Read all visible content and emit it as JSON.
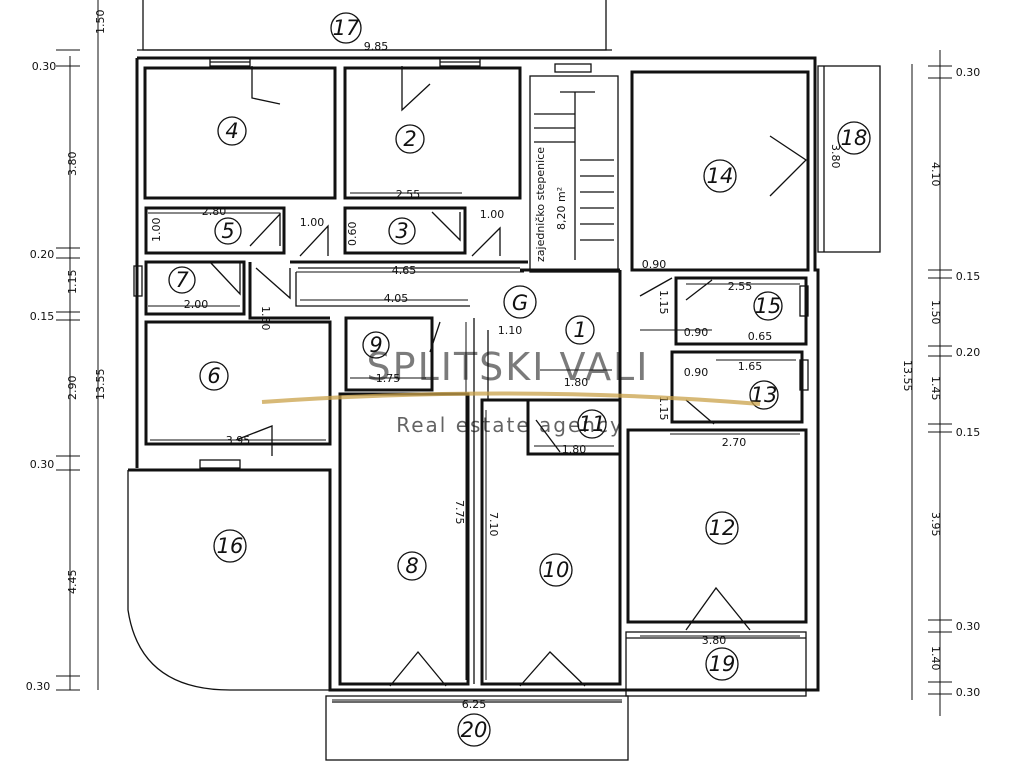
{
  "rooms": [
    {
      "id": "17",
      "label": "17"
    },
    {
      "id": "4",
      "label": "4"
    },
    {
      "id": "2",
      "label": "2"
    },
    {
      "id": "14",
      "label": "14"
    },
    {
      "id": "18",
      "label": "18"
    },
    {
      "id": "5",
      "label": "5"
    },
    {
      "id": "3",
      "label": "3"
    },
    {
      "id": "7",
      "label": "7"
    },
    {
      "id": "G",
      "label": "G"
    },
    {
      "id": "1",
      "label": "1"
    },
    {
      "id": "15",
      "label": "15"
    },
    {
      "id": "9",
      "label": "9"
    },
    {
      "id": "6",
      "label": "6"
    },
    {
      "id": "13",
      "label": "13"
    },
    {
      "id": "11",
      "label": "11"
    },
    {
      "id": "12",
      "label": "12"
    },
    {
      "id": "16",
      "label": "16"
    },
    {
      "id": "8",
      "label": "8"
    },
    {
      "id": "10",
      "label": "10"
    },
    {
      "id": "19",
      "label": "19"
    },
    {
      "id": "20",
      "label": "20"
    }
  ],
  "dimensions": {
    "d_17_width": "9.85",
    "d_4_width": "2.80",
    "d_2_width": "2.55",
    "d_5_h": "1.00",
    "d_door_1": "1.00",
    "d_3_h": "0.60",
    "d_door_2": "1.00",
    "d_corridor": "4.65",
    "d_7_width": "2.00",
    "d_7_h": "1.30",
    "d_hall": "4.05",
    "d_9_width": "1.75",
    "d_6_width": "3.95",
    "d_1_top": "1.10",
    "d_1_bottom": "1.80",
    "d_11_width": "1.80",
    "d_8_len": "7.75",
    "d_10_len": "7.10",
    "d_20_width": "6.25",
    "d_14_gap": "0.90",
    "d_15_width": "2.55",
    "d_15_h": "1.15",
    "d_15_a": "0.90",
    "d_15_b": "0.65",
    "d_13_width": "1.65",
    "d_13_a": "0.90",
    "d_13_h": "1.15",
    "d_12_width": "2.70",
    "d_19_width": "3.80",
    "d_18_h": "3.80"
  },
  "stairs": {
    "label": "zajedničko stepenice",
    "area": "8,20 m²"
  },
  "left_dims": {
    "top": "1.50",
    "total": "13.55",
    "segments": [
      "0.30",
      "3.80",
      "0.20",
      "1.15",
      "0.15",
      "2.90",
      "0.30",
      "4.45",
      "0.30"
    ]
  },
  "right_dims": {
    "total": "13.55",
    "segments": [
      "0.30",
      "4.10",
      "0.15",
      "1.50",
      "0.20",
      "1.45",
      "0.15",
      "3.95",
      "0.30",
      "1.40",
      "0.30"
    ]
  },
  "watermark": {
    "brand": "SPLITSKI VALI",
    "tagline": "Real estate agency"
  }
}
